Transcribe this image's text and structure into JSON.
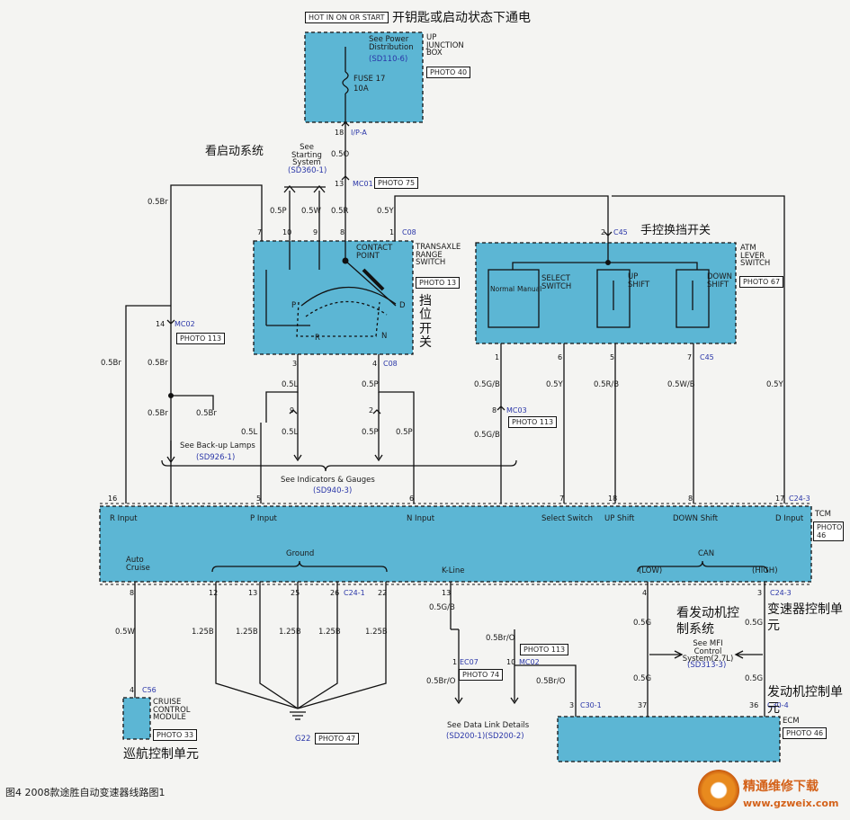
{
  "header": {
    "hot_label": "HOT IN ON OR START",
    "hot_cn": "开钥匙或启动状态下通电"
  },
  "junction": {
    "title": "UP JUNCTION BOX",
    "photo": "PHOTO 40",
    "see_power": "See Power Distribution",
    "see_power_ref": "(SD110-6)",
    "fuse": "FUSE 17",
    "fuse_amp": "10A",
    "pin": "18",
    "conn": "I/P-A"
  },
  "starting": {
    "cn": "看启动系统",
    "see": "See Starting System",
    "ref": "(SD360-1)"
  },
  "mc01": {
    "pin": "13",
    "conn": "MC01",
    "photo": "PHOTO 75"
  },
  "wires": {
    "w05o": "0.5O",
    "w05br": "0.5Br",
    "w05p": "0.5P",
    "w05w": "0.5W",
    "w05r": "0.5R",
    "w05y": "0.5Y",
    "w05l": "0.5L",
    "w05gb": "0.5G/B",
    "w05rb": "0.5R/B",
    "w05wb": "0.5W/B",
    "w125b": "1.25B",
    "w05g": "0.5G",
    "w05bro": "0.5Br/O"
  },
  "transaxle": {
    "title": "TRANSAXLE RANGE SWITCH",
    "photo": "PHOTO 13",
    "cn": "挡位开关",
    "contact": "CONTACT POINT",
    "conn": "C08",
    "pins_top": [
      "7",
      "10",
      "9",
      "8",
      "1"
    ],
    "pins_bottom": [
      "3",
      "4"
    ],
    "pos": [
      "P",
      "R",
      "N",
      "D"
    ]
  },
  "atm": {
    "title": "ATM LEVER SWITCH",
    "photo": "PHOTO 67",
    "cn": "手控换挡开关",
    "conn": "C45",
    "pin_top": "2",
    "select": "SELECT SWITCH",
    "normal": "Normal",
    "manual": "Manual",
    "up": "UP SHIFT",
    "down": "DOWN SHIFT",
    "pins_bottom": [
      "1",
      "6",
      "5",
      "7"
    ]
  },
  "mc02a": {
    "pin": "14",
    "conn": "MC02",
    "photo": "PHOTO 113"
  },
  "mc03": {
    "pin": "8",
    "conn": "MC03",
    "photo": "PHOTO 113"
  },
  "backup": {
    "see": "See Back-up Lamps",
    "ref": "(SD926-1)"
  },
  "indicators": {
    "see": "See Indicators & Gauges",
    "ref": "(SD940-3)"
  },
  "splice": {
    "p9": "9",
    "p2": "2"
  },
  "tcm": {
    "title": "TCM",
    "photo": "PHOTO 46",
    "conn_top": "C24-3",
    "inputs": [
      "R Input",
      "P Input",
      "N Input",
      "Select Switch",
      "UP Shift",
      "DOWN Shift",
      "D Input"
    ],
    "pins_top": [
      "16",
      "5",
      "6",
      "7",
      "18",
      "8",
      "17"
    ],
    "auto_cruise": "Auto Cruise",
    "ground": "Ground",
    "kline": "K-Line",
    "can": "CAN",
    "low": "(LOW)",
    "high": "(HIGH)",
    "pins_bottom": [
      "8",
      "12",
      "13",
      "25",
      "26",
      "22",
      "13",
      "4",
      "3"
    ],
    "conn_b1": "C24-1",
    "conn_b3": "C24-3",
    "cn": "变速器控制单元"
  },
  "cruise": {
    "pin": "4",
    "conn": "C56",
    "title": "CRUISE CONTROL MODULE",
    "photo": "PHOTO 33",
    "cn": "巡航控制单元"
  },
  "ground": {
    "id": "G22",
    "photo": "PHOTO 47"
  },
  "ec07": {
    "pin": "1",
    "conn": "EC07",
    "photo": "PHOTO 74"
  },
  "mc02b": {
    "pin": "10",
    "conn": "MC02",
    "photo": "PHOTO 113"
  },
  "datalink": {
    "see": "See Data Link Details",
    "ref": "(SD200-1)(SD200-2)"
  },
  "mfi": {
    "cn": "看发动机控制系统",
    "see": "See MFI Control System(2.7L)",
    "ref": "(SD313-3)"
  },
  "ecm": {
    "title": "ECM",
    "photo": "PHOTO 46",
    "conn_a": "C30-1",
    "conn_b": "C30-4",
    "pins": [
      "3",
      "37",
      "36"
    ],
    "cn": "发动机控制单元"
  },
  "caption": "图4  2008款途胜自动变速器线路图1",
  "watermark": {
    "name": "精通维修下载",
    "url": "www.gzweix.com"
  },
  "colors": {
    "module_fill": "#5cb6d4",
    "connector": "#2a36a8"
  }
}
